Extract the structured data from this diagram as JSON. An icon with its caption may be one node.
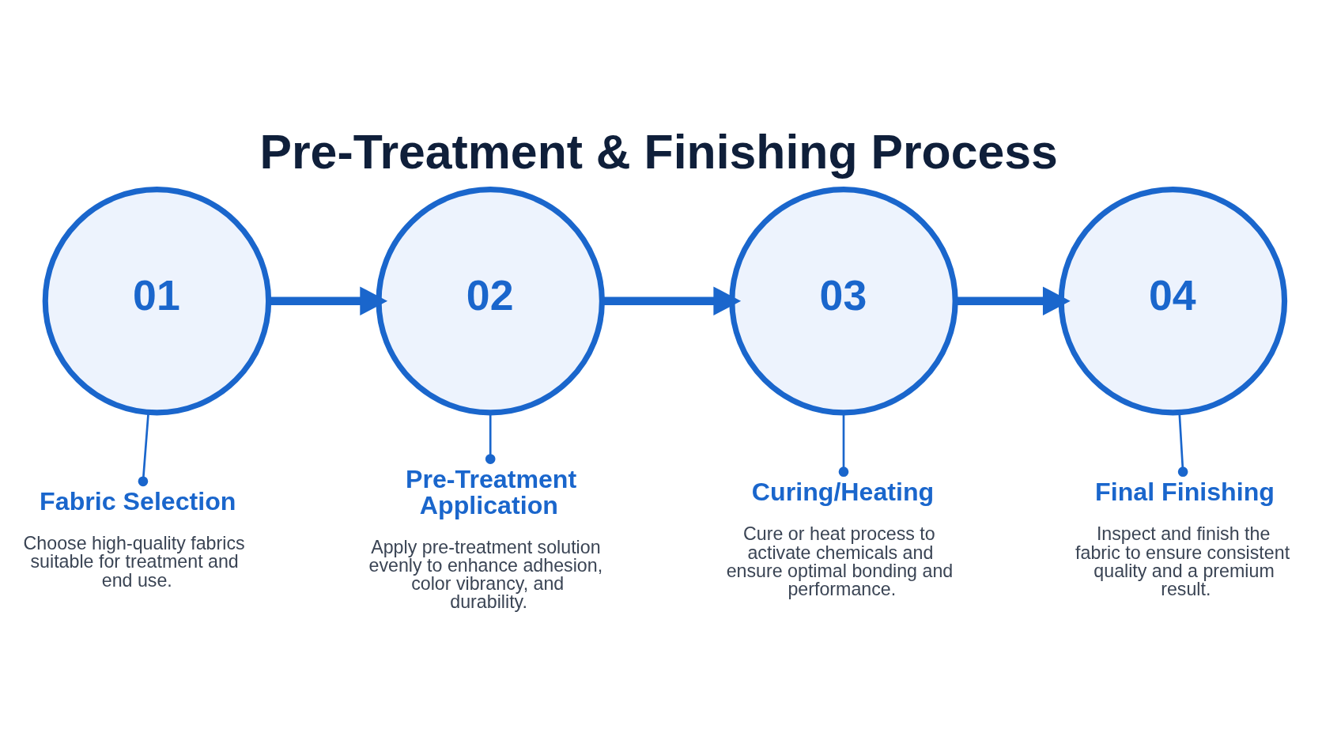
{
  "diagram": {
    "title": "Pre-Treatment & Finishing Process",
    "nodes": [
      {
        "text": [
          "01"
        ]
      },
      {
        "text": [
          "Fabric Selection",
          "Choose high-quality fabrics suitable for treatment and end use."
        ]
      },
      {
        "text": [
          "02"
        ]
      },
      {
        "text": [
          "Pre-Treatment Application",
          "Apply pre-treatment solution evenly to enhance adhesion, color vibrancy, and durability."
        ]
      },
      {
        "text": [
          "03"
        ]
      },
      {
        "text": [
          "Curing/Heating",
          "Cure or heat process to activate chemicals and ensure optimal bonding and performance."
        ]
      },
      {
        "text": [
          "04"
        ]
      },
      {
        "text": [
          "Final Finishing",
          "Inspect and finish the fabric to ensure consistent quality and a premium result."
        ]
      }
    ],
    "edges": [
      {
        "from": 0,
        "to": 2,
        "arrow": "to",
        "style": "thick"
      },
      {
        "from": 2,
        "to": 4,
        "arrow": "to",
        "style": "thick"
      },
      {
        "from": 4,
        "to": 6,
        "arrow": "to",
        "style": "thick"
      },
      {
        "from": 0,
        "to": 1,
        "arrow": "other"
      },
      {
        "from": 2,
        "to": 3,
        "arrow": "other"
      },
      {
        "from": 4,
        "to": 5,
        "arrow": "other"
      },
      {
        "from": 6,
        "to": 7,
        "arrow": "other"
      }
    ]
  }
}
